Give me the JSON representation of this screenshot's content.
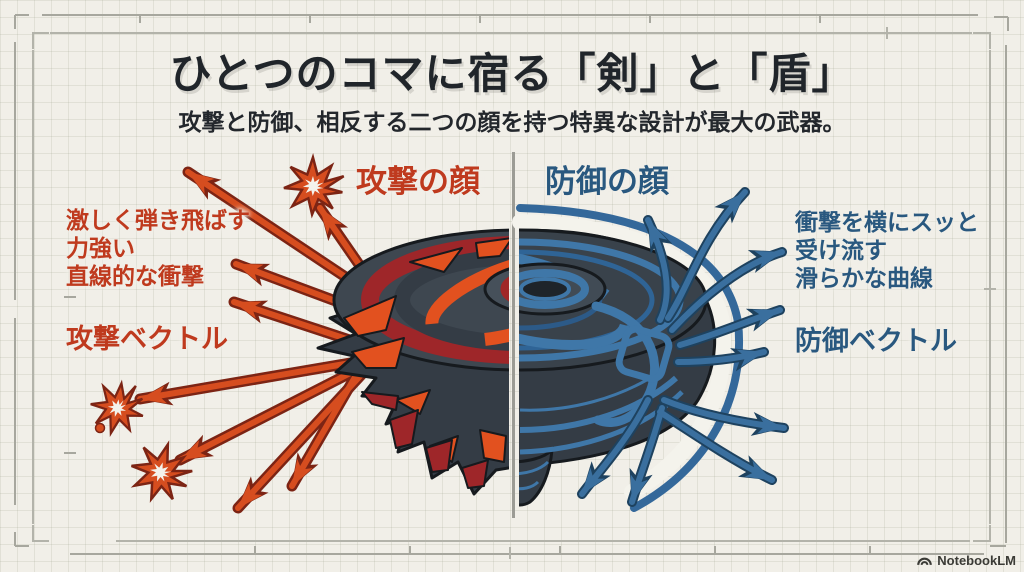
{
  "page": {
    "title": "ひとつのコマに宿る「剣」と「盾」",
    "subtitle": "攻撃と防御、相反する二つの顔を持つ特異な設計が最大の武器。"
  },
  "attack": {
    "heading": "攻撃の顔",
    "traits": [
      "激しく弾き飛ばす",
      "力強い",
      "直線的な衝撃"
    ],
    "vector_label": "攻撃ベクトル",
    "accent_color": "#bf3a1e"
  },
  "defense": {
    "heading": "防御の顔",
    "traits": [
      "衝撃を横にスッと",
      "受け流す",
      "滑らかな曲線"
    ],
    "vector_label": "防御ベクトル",
    "accent_color": "#2a5a84"
  },
  "footer": {
    "brand": "NotebookLM"
  },
  "icons": {
    "brand_logo": "notebooklm-arc-logo"
  },
  "colors": {
    "background": "#f1efe8",
    "grid_line": "#dddccf",
    "frame_line": "#a7a79e",
    "divider": "#9c9c95",
    "attack_arrow": "#d64d1f",
    "attack_dark": "#7c2414",
    "defense_arrow": "#3a6f9e",
    "defense_dark": "#1e425f",
    "blade_body": "#343c45",
    "title_text": "#20252a"
  }
}
